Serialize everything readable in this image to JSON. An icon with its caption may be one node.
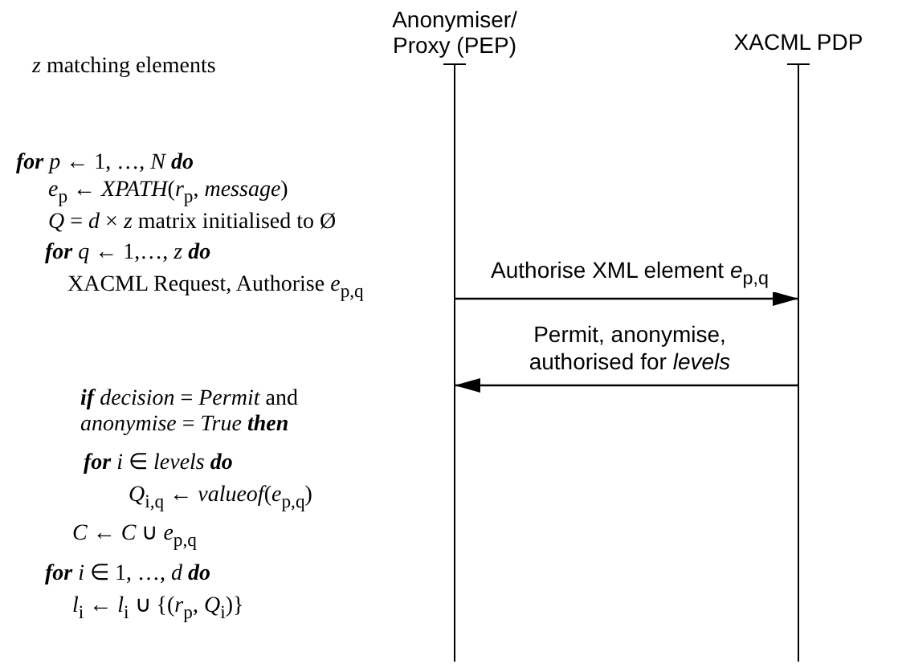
{
  "diagram": {
    "nodes": [
      {
        "text": [
          "Anonymiser/ Proxy (PEP)"
        ]
      },
      {
        "text": [
          "XACML PDP"
        ]
      }
    ],
    "edges": [
      {
        "from": 0,
        "to": 1,
        "arrow": "to",
        "label": "Authorise XML element *e*$_{p,q}$"
      },
      {
        "from": 1,
        "to": 0,
        "arrow": "to",
        "label": "Permit, anonymise, authorised for *levels*"
      }
    ],
    "labels": [
      "*z* matching elements",
      "**for** *p* ← 1, …, *N* **do**",
      "*e*$_{p}$ ← *XPATH*(*r*$_{p}$, *message*)",
      "*Q* = *d* × *z* matrix initialised to Ø",
      "**for** *q* ← 1,…, *z* **do**",
      "XACML Request, Authorise *e*$_{p,q}$",
      "**if** *decision* = *Permit* and *anonymise* = *True* **then**",
      "**for** *i* ∈ *levels* **do**",
      "*Q*$_{i,q}$ ← *valueof*(*e*$_{p,q}$)",
      "*C* ← *C* ∪ *e*$_{p,q}$",
      "**for** *i* ∈ 1, …, *d* **do**",
      "*l*$_{i}$ ← *l*$_{i}$ ∪ {(*r*$_{p}$, *Q*$_{i}$)}"
    ]
  }
}
